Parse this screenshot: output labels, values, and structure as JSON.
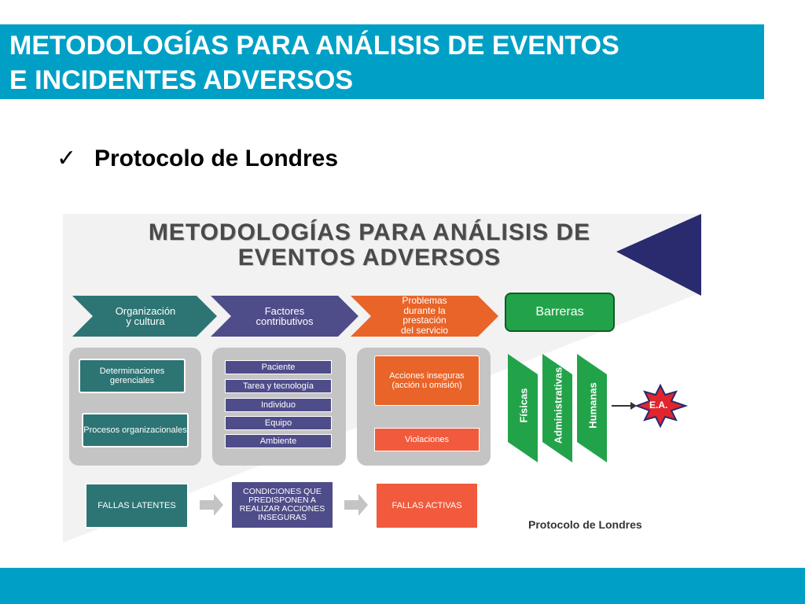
{
  "header": {
    "title_line1": "METODOLOGÍAS PARA ANÁLISIS DE EVENTOS",
    "title_line2": "E INCIDENTES ADVERSOS"
  },
  "bullet": {
    "check": "✓",
    "label": "Protocolo de Londres"
  },
  "diagram": {
    "title_line1": "METODOLOGÍAS PARA ANÁLISIS DE",
    "title_line2": "EVENTOS ADVERSOS",
    "chevrons": [
      {
        "line1": "Organización",
        "line2": "y cultura"
      },
      {
        "line1": "Factores",
        "line2": "contributivos"
      },
      {
        "line1": "Problemas",
        "line2": "durante la",
        "line3": "prestación",
        "line4": "del servicio"
      }
    ],
    "barreras": "Barreras",
    "org_boxes": [
      "Determinaciones gerenciales",
      "Procesos organizacionales"
    ],
    "factor_boxes": [
      "Paciente",
      "Tarea y tecnología",
      "Individuo",
      "Equipo",
      "Ambiente"
    ],
    "problem_boxes": [
      "Acciones inseguras (acción u omisión)",
      "Violaciones"
    ],
    "barrier_types": [
      "Físicas",
      "Administrativas",
      "Humanas"
    ],
    "event_label": "E.A.",
    "bottom_boxes": [
      "FALLAS LATENTES",
      "CONDICIONES QUE PREDISPONEN A REALIZAR ACCIONES INSEGURAS",
      "FALLAS ACTIVAS"
    ],
    "caption": "Protocolo de Londres"
  },
  "colors": {
    "header_bg": "#00a0c6",
    "teal": "#2d7474",
    "purple": "#4f4c8a",
    "orange": "#e96428",
    "green": "#22a34a",
    "navy": "#2a2a6e"
  }
}
